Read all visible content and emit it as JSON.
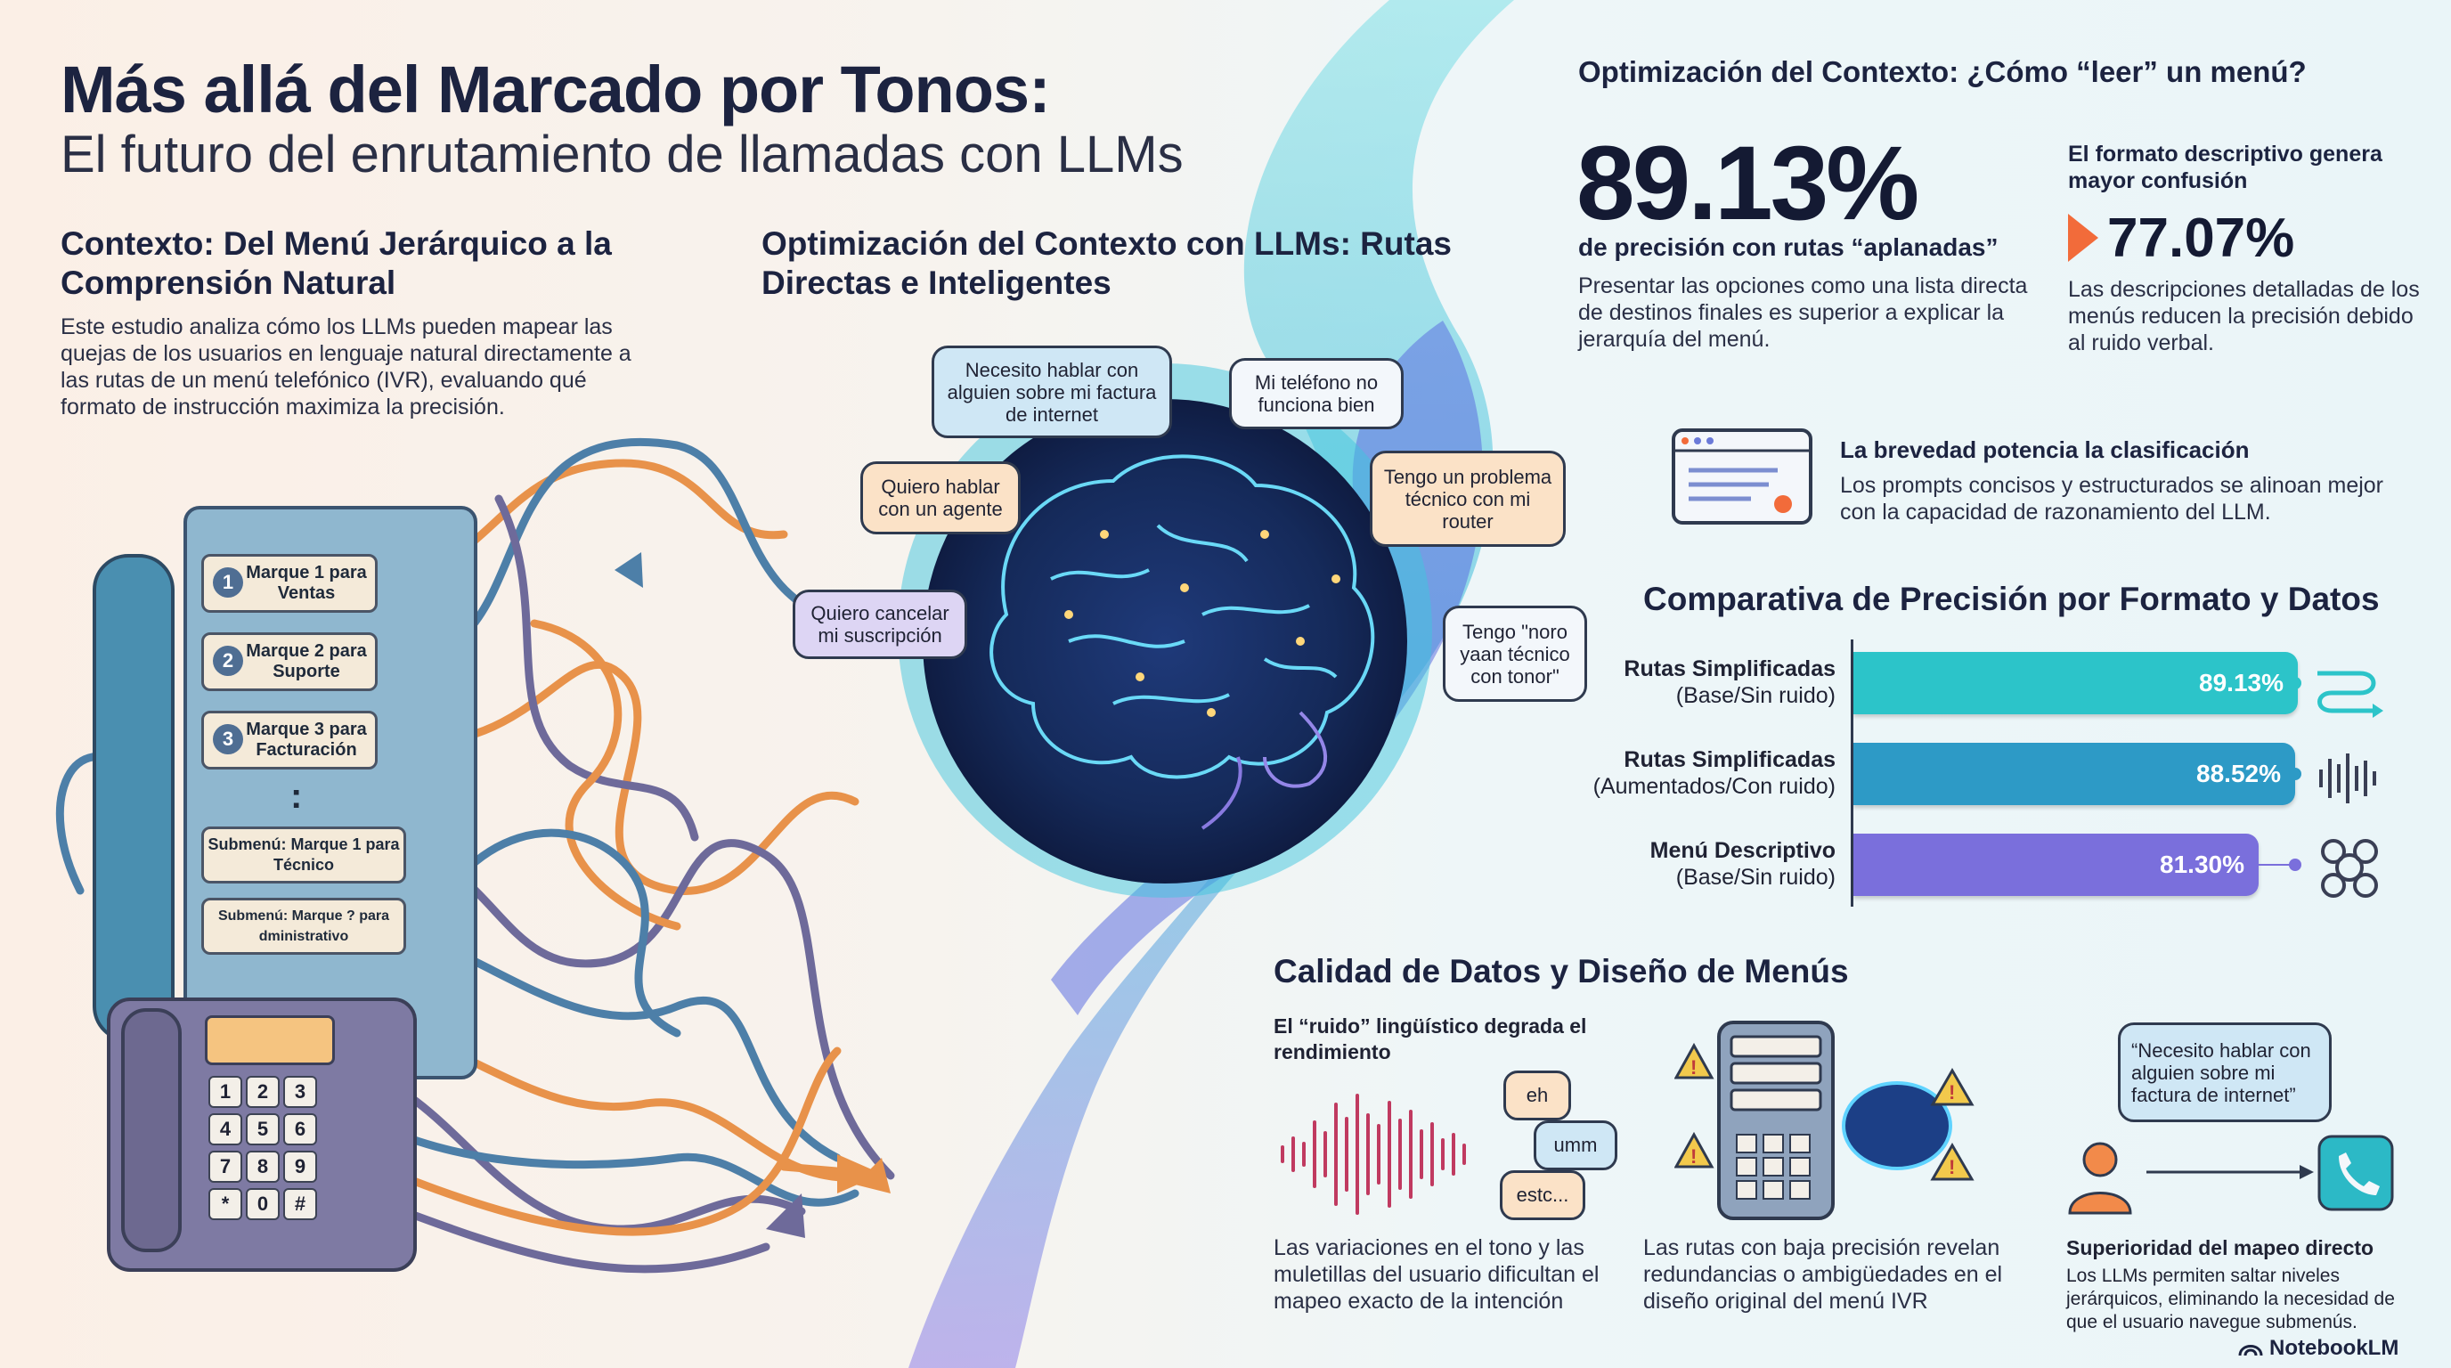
{
  "header": {
    "title": "Más allá del Marcado por Tonos:",
    "subtitle": "El futuro del enrutamiento de llamadas con LLMs"
  },
  "context": {
    "title": "Contexto: Del Menú Jerárquico a la Comprensión Natural",
    "body": "Este estudio analiza cómo los LLMs pueden mapear las quejas de los usuarios en lenguaje natural directamente a las rutas de un menú telefónico (IVR), evaluando qué formato de instrucción maximiza la precisión."
  },
  "phone_menu": {
    "items": [
      {
        "num": "1",
        "label": "Marque 1 para Ventas"
      },
      {
        "num": "2",
        "label": "Marque 2 para Suporte"
      },
      {
        "num": "3",
        "label": "Marque 3 para Facturación"
      }
    ],
    "ellipsis": ":",
    "submenus": [
      "Submenú: Marque 1 para Técnico",
      "Submenú: Marque ? para dministrativo"
    ],
    "keys": [
      "1",
      "2",
      "3",
      "4",
      "5",
      "6",
      "7",
      "8",
      "9",
      "*",
      "0",
      "#"
    ]
  },
  "optimization": {
    "title": "Optimización del Contexto con LLMs: Rutas Directas e Inteligentes",
    "bubbles": [
      "Necesito hablar con alguien sobre mi factura de internet",
      "Mi teléfono no funciona bien",
      "Quiero hablar con un agente",
      "Tengo un problema técnico con mi router",
      "Quiero cancelar mi suscripción",
      "Tengo \"noro yaan técnico con tonor\""
    ]
  },
  "right": {
    "title": "Optimización del Contexto: ¿Cómo “leer” un menú?",
    "stat_main": {
      "value": "89.13%",
      "label": "de precisión con rutas “aplanadas”",
      "desc": "Presentar las opciones como una lista directa de destinos finales es superior a explicar la jerarquía del menú."
    },
    "stat_secondary": {
      "head": "El formato descriptivo genera mayor confusión",
      "value": "77.07%",
      "desc": "Las descripciones detalladas de los menús reducen la precisión debido al ruido verbal."
    },
    "brevity": {
      "title": "La brevedad potencia la clasificación",
      "desc": "Los prompts concisos y estructurados se alinoan mejor con la capacidad de razonamiento del LLM."
    }
  },
  "chart_data": {
    "type": "bar",
    "title": "Comparativa de Precisión por Formato y Datos",
    "orientation": "horizontal",
    "categories": [
      {
        "name": "Rutas Simplificadas",
        "detail": "(Base/Sin ruido)"
      },
      {
        "name": "Rutas Simplificadas",
        "detail": "(Aumentados/Con ruido)"
      },
      {
        "name": "Menú Descriptivo",
        "detail": "(Base/Sin ruido)"
      }
    ],
    "values": [
      89.13,
      88.52,
      81.3
    ],
    "value_labels": [
      "89.13%",
      "88.52%",
      "81.30%"
    ],
    "colors": [
      "#2cc4c9",
      "#2d9ac6",
      "#7a6fdc"
    ],
    "xlim": [
      0,
      100
    ]
  },
  "data_quality": {
    "title": "Calidad de Datos y Diseño de Menús",
    "noise_title": "El “ruido” lingüístico degrada el rendimiento",
    "fillers": [
      "eh",
      "umm",
      "estc..."
    ],
    "noise_desc": "Las variaciones en el tono y las muletillas del usuario dificultan el mapeo exacto de la intención",
    "low_desc": "Las rutas con baja precisión revelan redundancias o ambigüedades en el diseño original del menú IVR",
    "quote": "“Necesito hablar con alguien sobre mi factura de internet”",
    "map_title": "Superioridad del mapeo directo",
    "map_desc": "Los LLMs permiten saltar niveles jerárquicos, eliminando la necesidad de que el usuario navegue submenús."
  },
  "brand": "NotebookLM"
}
